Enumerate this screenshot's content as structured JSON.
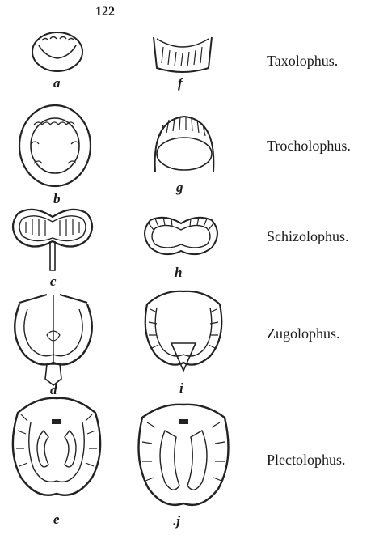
{
  "page": {
    "number": "122"
  },
  "rows": [
    {
      "label": "Taxolophus.",
      "left_letter": "a",
      "right_letter": "f"
    },
    {
      "label": "Trocholophus.",
      "left_letter": "b",
      "right_letter": "g"
    },
    {
      "label": "Schizolophus.",
      "left_letter": "c",
      "right_letter": "h"
    },
    {
      "label": "Zugolophus.",
      "left_letter": "d",
      "right_letter": "i"
    },
    {
      "label": "Plectolophus.",
      "left_letter": "e",
      "right_letter": ".j"
    }
  ]
}
